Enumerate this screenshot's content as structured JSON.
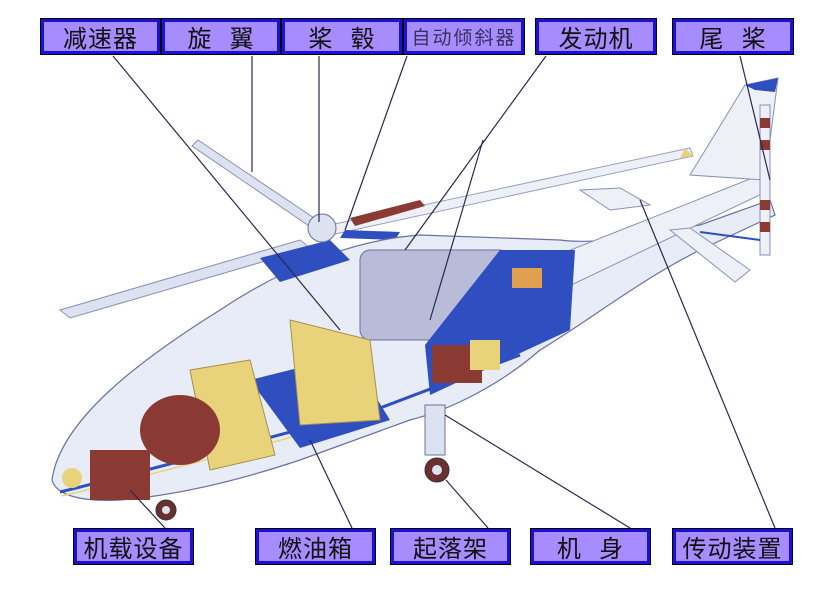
{
  "diagram": {
    "subject": "helicopter cutaway",
    "colors": {
      "label_fill": "#a68cff",
      "label_border": "#1a10d8",
      "leader_line": "#2a2850",
      "fuselage_blue": "#2f4fc0",
      "seat_yellow": "#e8d27a",
      "equipment_red": "#8a3a32",
      "body_white": "#e8ecf6"
    },
    "top_labels": [
      {
        "id": "gearbox",
        "text": "减速器"
      },
      {
        "id": "rotor",
        "text": "旋  翼"
      },
      {
        "id": "hub",
        "text": "桨  毂"
      },
      {
        "id": "swashplate",
        "text": "自动倾斜器"
      },
      {
        "id": "engine",
        "text": "发动机"
      },
      {
        "id": "tail-rotor",
        "text": "尾  桨"
      }
    ],
    "bottom_labels": [
      {
        "id": "avionics",
        "text": "机载设备"
      },
      {
        "id": "fuel-tank",
        "text": "燃油箱"
      },
      {
        "id": "landing-gear",
        "text": "起落架"
      },
      {
        "id": "fuselage",
        "text": "机  身"
      },
      {
        "id": "transmission",
        "text": "传动装置"
      }
    ]
  }
}
